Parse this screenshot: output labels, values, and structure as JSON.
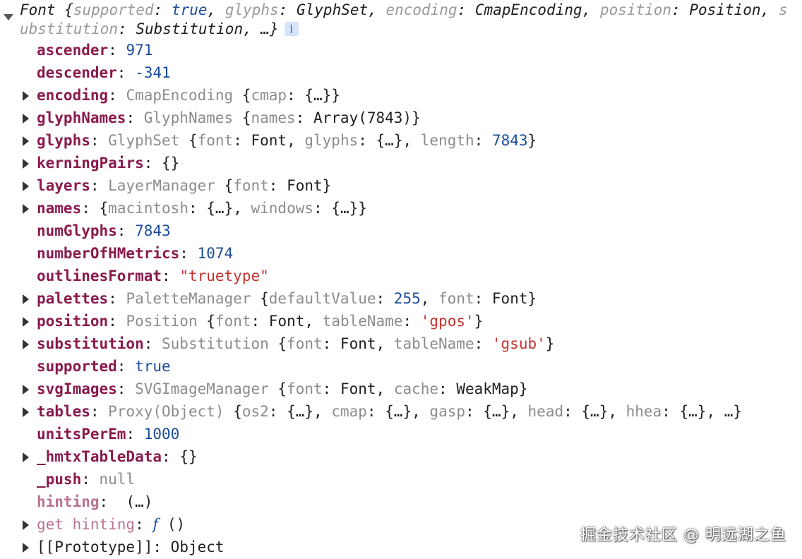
{
  "header": {
    "class_name": "Font",
    "open": " {",
    "k1": "supported",
    "v1": "true",
    "k2": "glyphs",
    "v2": "GlyphSet",
    "k3": "encoding",
    "v3": "CmapEncoding",
    "k4": "position",
    "v4": "Position",
    "k5": "substitution",
    "v5": "Substitution",
    "tail": ", …}",
    "info_label": "i"
  },
  "rows": {
    "ascender": {
      "key": "ascender",
      "value": "971"
    },
    "descender": {
      "key": "descender",
      "value": "-341"
    },
    "encoding": {
      "key": "encoding",
      "cls": "CmapEncoding",
      "p1": "{",
      "k1": "cmap",
      "v1": "{…}",
      "p2": "}"
    },
    "glyphNames": {
      "key": "glyphNames",
      "cls": "GlyphNames",
      "p1": "{",
      "k1": "names",
      "v1": "Array(7843)",
      "p2": "}"
    },
    "glyphs": {
      "key": "glyphs",
      "cls": "GlyphSet",
      "p1": "{",
      "k1": "font",
      "v1": "Font",
      "k2": "glyphs",
      "v2": "{…}",
      "k3": "length",
      "v3": "7843",
      "p2": "}"
    },
    "kerningPairs": {
      "key": "kerningPairs",
      "value": "{}"
    },
    "layers": {
      "key": "layers",
      "cls": "LayerManager",
      "p1": "{",
      "k1": "font",
      "v1": "Font",
      "p2": "}"
    },
    "names": {
      "key": "names",
      "p1": "{",
      "k1": "macintosh",
      "v1": "{…}",
      "k2": "windows",
      "v2": "{…}",
      "p2": "}"
    },
    "numGlyphs": {
      "key": "numGlyphs",
      "value": "7843"
    },
    "numberOfHMetrics": {
      "key": "numberOfHMetrics",
      "value": "1074"
    },
    "outlinesFormat": {
      "key": "outlinesFormat",
      "value": "\"truetype\""
    },
    "palettes": {
      "key": "palettes",
      "cls": "PaletteManager",
      "p1": "{",
      "k1": "defaultValue",
      "v1": "255",
      "k2": "font",
      "v2": "Font",
      "p2": "}"
    },
    "position": {
      "key": "position",
      "cls": "Position",
      "p1": "{",
      "k1": "font",
      "v1": "Font",
      "k2": "tableName",
      "v2": "'gpos'",
      "p2": "}"
    },
    "substitution": {
      "key": "substitution",
      "cls": "Substitution",
      "p1": "{",
      "k1": "font",
      "v1": "Font",
      "k2": "tableName",
      "v2": "'gsub'",
      "p2": "}"
    },
    "supported": {
      "key": "supported",
      "value": "true"
    },
    "svgImages": {
      "key": "svgImages",
      "cls": "SVGImageManager",
      "p1": "{",
      "k1": "font",
      "v1": "Font",
      "k2": "cache",
      "v2": "WeakMap",
      "p2": "}"
    },
    "tables": {
      "key": "tables",
      "cls": "Proxy(Object)",
      "p1": "{",
      "k1": "os2",
      "v1": "{…}",
      "k2": "cmap",
      "v2": "{…}",
      "k3": "gasp",
      "v3": "{…}",
      "k4": "head",
      "v4": "{…}",
      "k5": "hhea",
      "v5": "{…}",
      "tail": ", …}"
    },
    "unitsPerEm": {
      "key": "unitsPerEm",
      "value": "1000"
    },
    "hmtxTableData": {
      "key": "_hmtxTableData",
      "value": "{}"
    },
    "push": {
      "key": "_push",
      "value": "null"
    },
    "hinting": {
      "key": "hinting",
      "value": "(…)"
    },
    "getHinting": {
      "key": "get hinting",
      "f": "f",
      "parens": "()"
    },
    "prototype": {
      "key": "[[Prototype]]",
      "value": "Object"
    }
  },
  "watermark": "掘金技术社区 @ 明远湖之鱼",
  "colors": {
    "key": "#8a1a4d",
    "key_dim": "#b9728f",
    "number": "#1a4b9c",
    "string": "#c4322c",
    "muted": "#8c8c8c"
  }
}
